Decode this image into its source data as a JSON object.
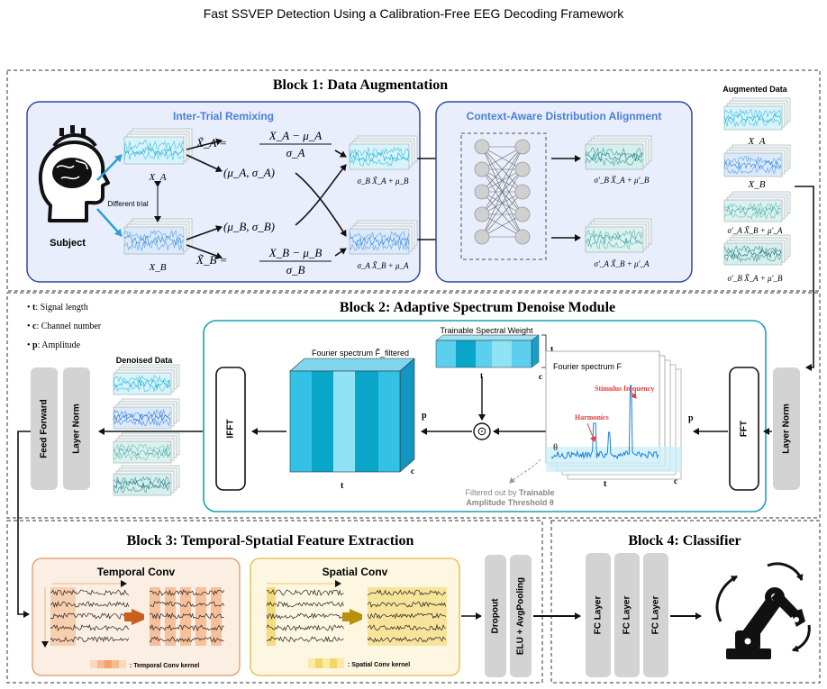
{
  "title": "Fast SSVEP Detection Using a Calibration-Free EEG Decoding Framework",
  "block1": {
    "title": "Block 1: Data Augmentation",
    "inter_trial_title": "Inter-Trial Remixing",
    "cada_title": "Context-Aware Distribution Alignment",
    "subject_label": "Subject",
    "different_trial": "Different trial",
    "xa": "X_A",
    "xb": "X_B",
    "eq_a_lhs": "X̃_A =",
    "eq_a_num": "X_A − μ_A",
    "eq_a_den": "σ_A",
    "stats_a": "(μ_A, σ_A)",
    "stats_b": "(μ_B, σ_B)",
    "eq_b_lhs": "X̃_B =",
    "eq_b_num": "X_B − μ_B",
    "eq_b_den": "σ_B",
    "remix_top": "σ_B X̃_A + μ_B",
    "remix_bottom": "σ_A X̃_B + μ_A",
    "align_top": "σ′_B X̃_A + μ′_B",
    "align_bottom": "σ′_A X̃_B + μ′_A",
    "augmented_title": "Augmented Data",
    "aug_labels": [
      "X_A",
      "X_B",
      "σ′_A X̃_B + μ′_A",
      "σ′_B X̃_A + μ′_B"
    ]
  },
  "legend": [
    {
      "key": "t",
      "text": ": Signal length"
    },
    {
      "key": "c",
      "text": ": Channel number"
    },
    {
      "key": "p",
      "text": ": Amplitude"
    }
  ],
  "block2": {
    "title": "Block 2: Adaptive Spectrum Denoise Module",
    "denoised_title": "Denoised Data",
    "feed_forward": "Feed Forward",
    "layer_norm_left": "Layer Norm",
    "ifft": "IFFT",
    "fft": "FFT",
    "layer_norm_right": "Layer Norm",
    "filtered_spectrum": "Fourier spectrum F̃_filtered",
    "fourier_spectrum": "Fourier spectrum F",
    "trainable_weight": "Trainable Spectral Weight",
    "stimulus": "Stimulus frequency",
    "harmonics": "Harmonics",
    "theta": "θ",
    "filter_note_plain": "Filtered out by ",
    "filter_note_bold": "Trainable",
    "filter_note_line2": "Amplitude Threshold θ",
    "axis_t": "t",
    "axis_p": "p",
    "axis_c": "c",
    "axis_1": "1",
    "odot": "⊙"
  },
  "block3": {
    "title": "Block 3: Temporal-Sptatial Feature Extraction",
    "temporal_title": "Temporal Conv",
    "spatial_title": "Spatial Conv",
    "temporal_kernel": ": Temporal Conv kernel",
    "spatial_kernel": ": Spatial Conv kernel",
    "dropout": "Dropout",
    "elu": "ELU + AvgPooling"
  },
  "block4": {
    "title": "Block 4: Classifier",
    "fc_labels": [
      "FC Layer",
      "FC Layer",
      "FC Layer"
    ]
  },
  "colors": {
    "cyan_dark": "#0aa6c9",
    "cyan_light": "#8fe3f5",
    "blue_box": "#e8eefb",
    "blue_border": "#2f4c9a",
    "teal_border": "#17a2b8",
    "temporal_fill": "#fbeee3",
    "temporal_border": "#e3a57a",
    "spatial_fill": "#fdf7e1",
    "spatial_border": "#e8c45a",
    "gray_box": "#d3d3d3",
    "red": "#e23b3b"
  }
}
